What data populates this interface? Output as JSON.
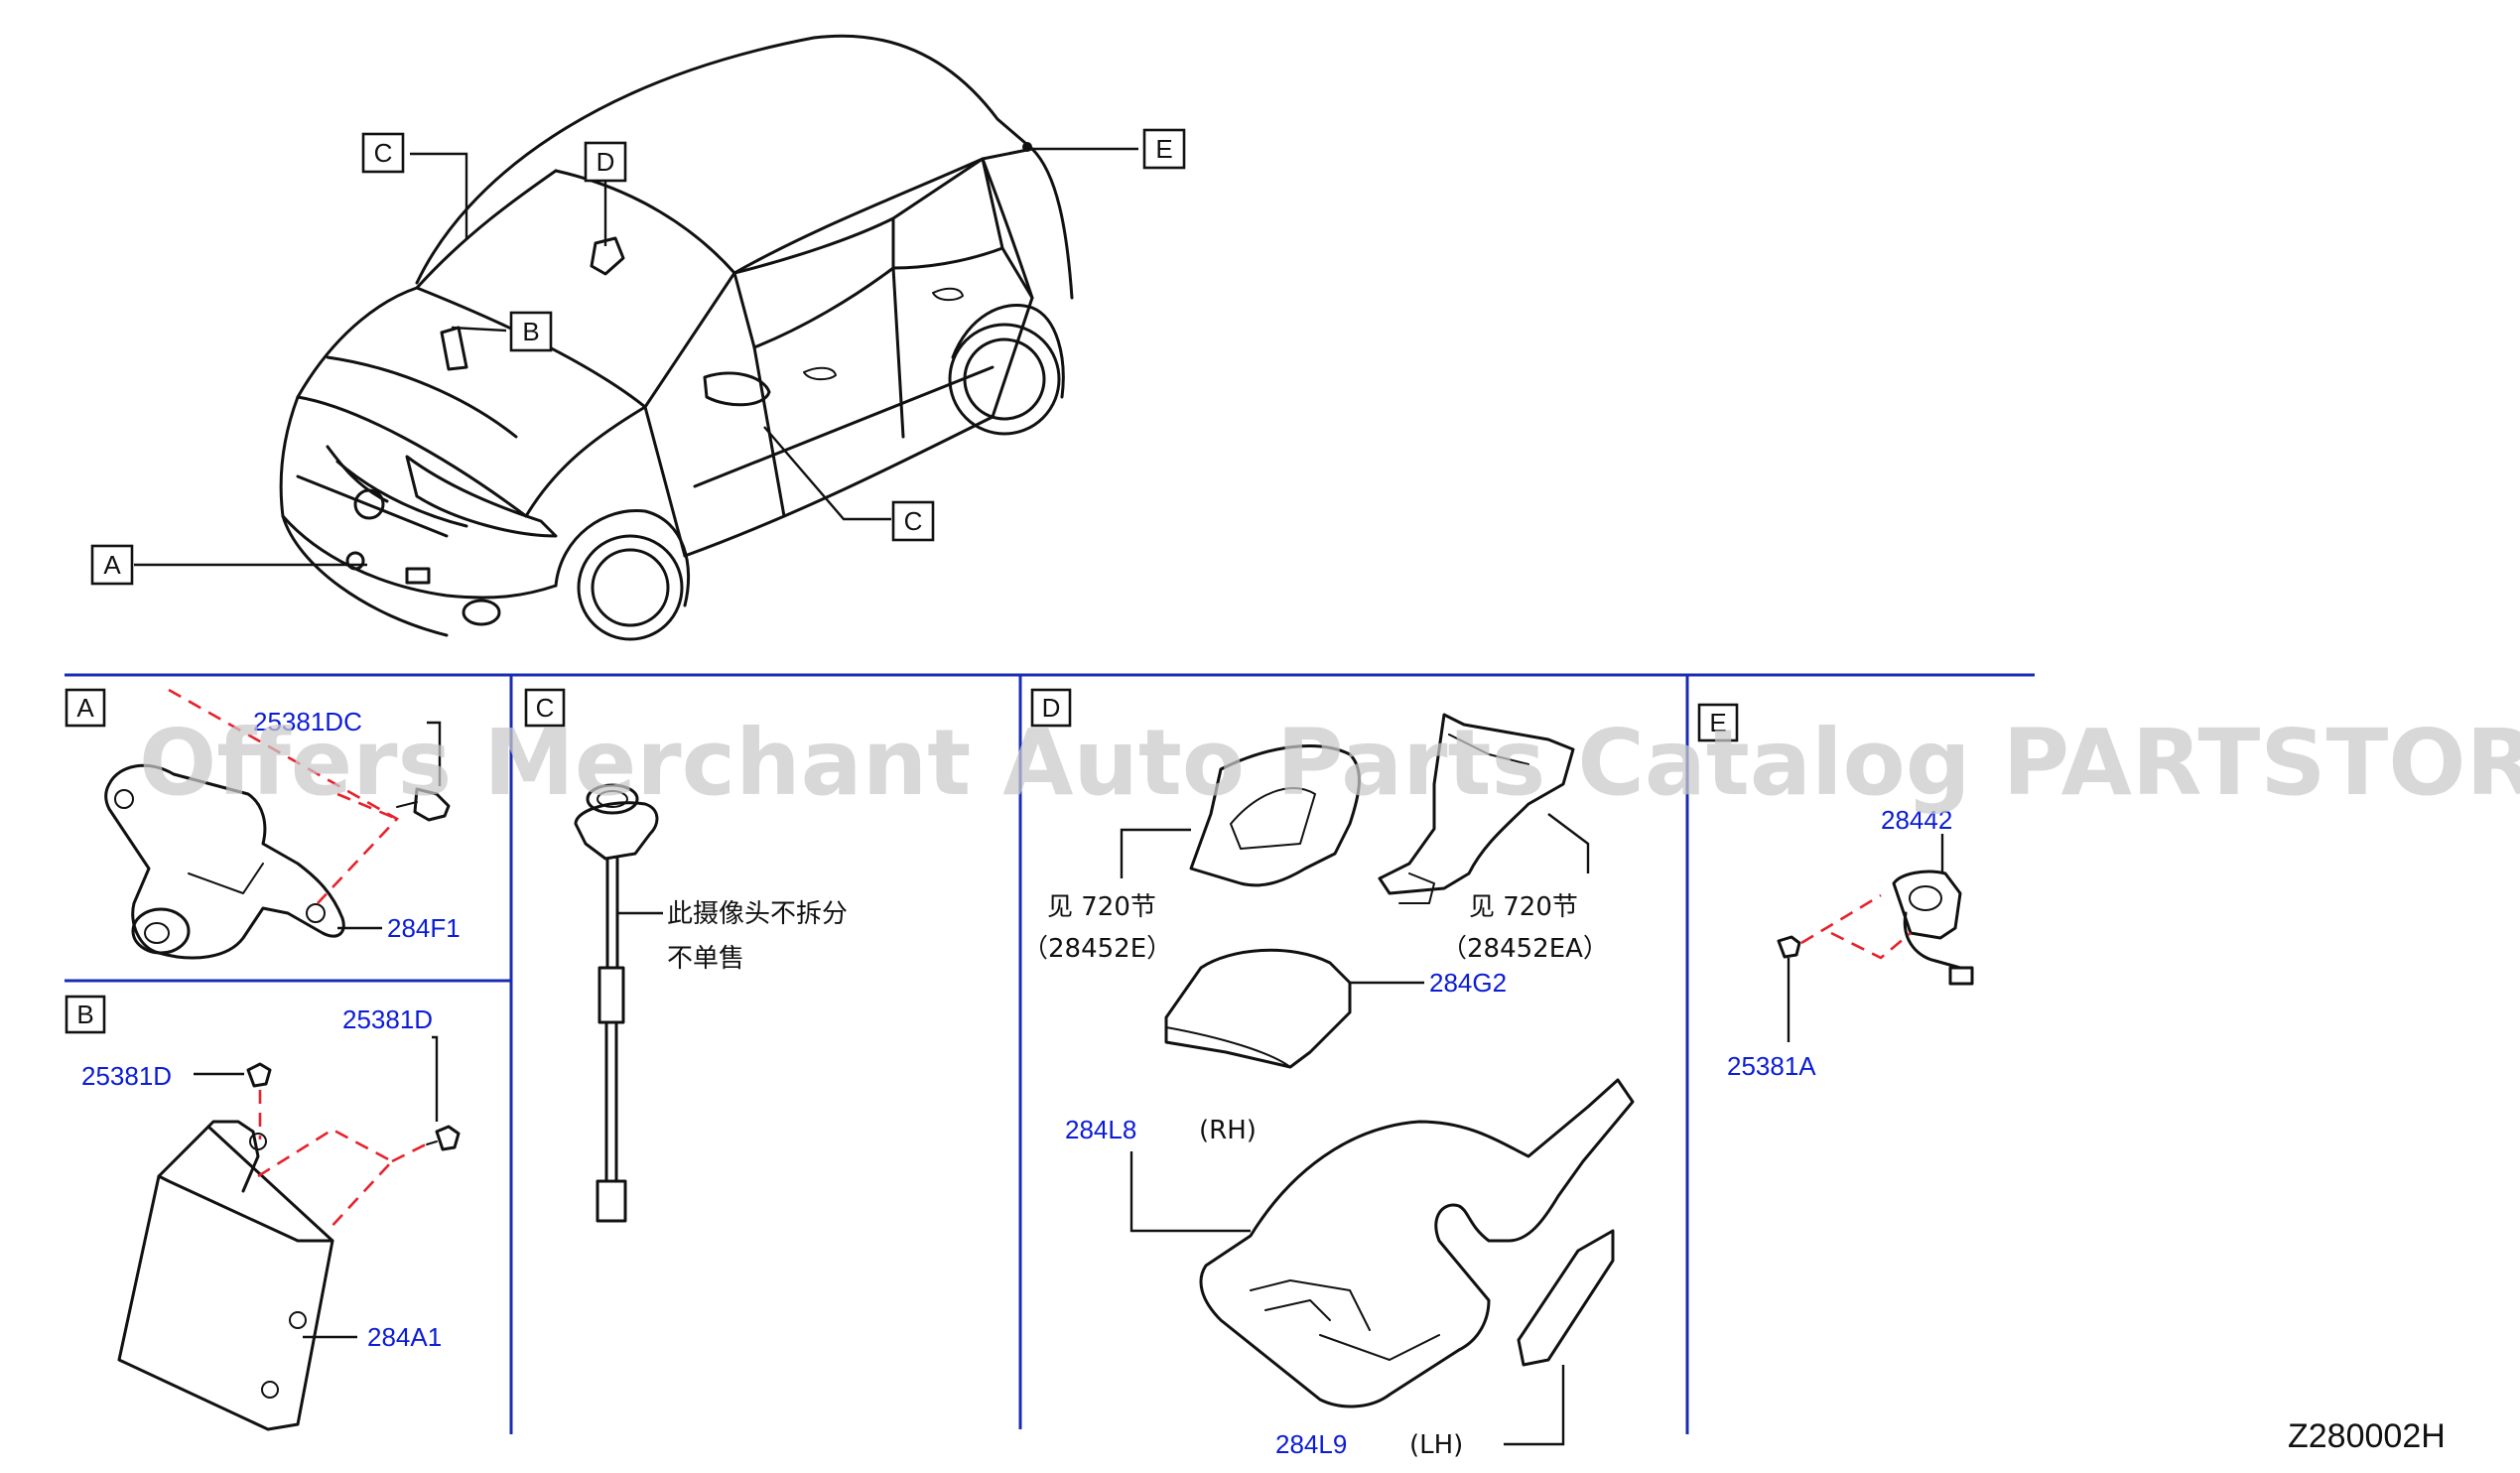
{
  "watermark": "Offers Merchant Auto Parts Catalog PARTSTORE.SA",
  "diagram_code": "Z280002H",
  "vehicle_callouts": [
    "A",
    "B",
    "C",
    "D",
    "E",
    "C"
  ],
  "sections": {
    "A": {
      "letter": "A",
      "parts": [
        "25381DC",
        "284F1"
      ]
    },
    "B": {
      "letter": "B",
      "parts": [
        "25381D",
        "25381D",
        "284A1"
      ]
    },
    "C": {
      "letter": "C",
      "note_line1": "此摄像头不拆分",
      "note_line2": "不单售"
    },
    "D": {
      "letter": "D",
      "ref_left_line1": "见 720节",
      "ref_left_line2": "（28452E）",
      "ref_right_line1": "见 720节",
      "ref_right_line2": "（28452EA）",
      "parts": [
        "284G2",
        "284L8",
        "284L9"
      ],
      "rh": "(RH)",
      "lh": "(LH)"
    },
    "E": {
      "letter": "E",
      "parts": [
        "28442",
        "25381A"
      ]
    }
  },
  "colors": {
    "part_label": "#0b1cd6",
    "divider": "#1a2bb5",
    "dashed": "#e8212b"
  }
}
